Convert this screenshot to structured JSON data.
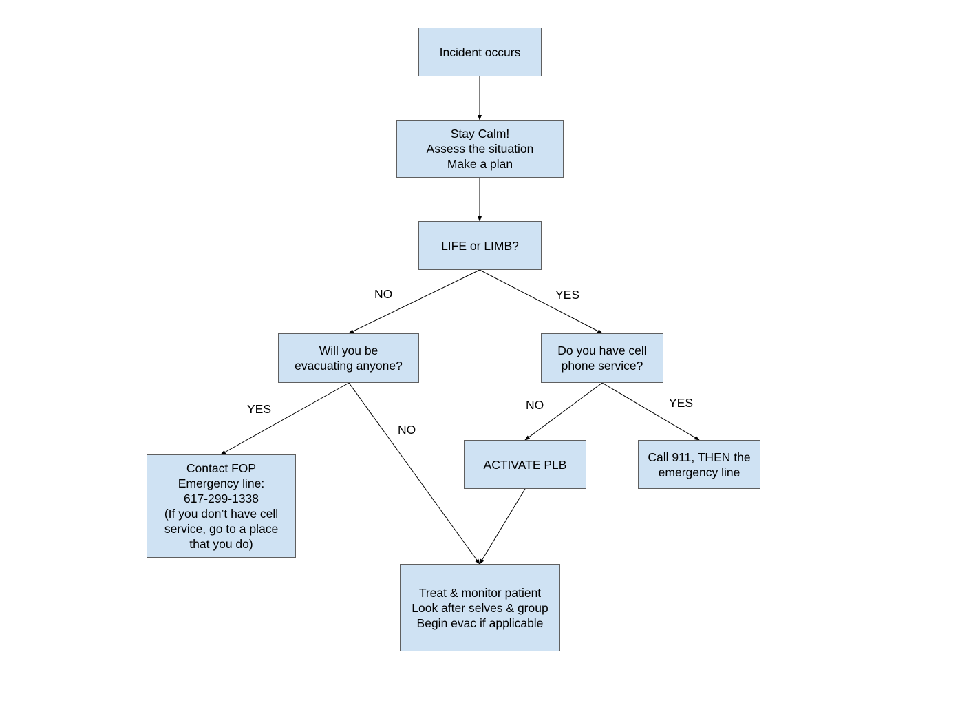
{
  "nodes": {
    "incident": "Incident occurs",
    "assess": "Stay Calm!\nAssess the situation\nMake a plan",
    "life_limb": "LIFE or LIMB?",
    "evacuating": "Will you be\nevacuating anyone?",
    "cell_service": "Do you have cell\nphone service?",
    "contact_fop": "Contact FOP\nEmergency line:\n617-299-1338\n(If you don’t have cell\nservice, go to a place\nthat you do)",
    "activate_plb": "ACTIVATE PLB",
    "call_911": "Call 911, THEN the\nemergency line",
    "treat": "Treat & monitor patient\nLook after selves & group\nBegin evac if applicable"
  },
  "edge_labels": {
    "life_no": "NO",
    "life_yes": "YES",
    "evac_yes": "YES",
    "evac_no": "NO",
    "cell_no": "NO",
    "cell_yes": "YES"
  },
  "colors": {
    "box_fill": "#cfe2f3",
    "box_border": "#5f5f5f",
    "line": "#000000"
  }
}
